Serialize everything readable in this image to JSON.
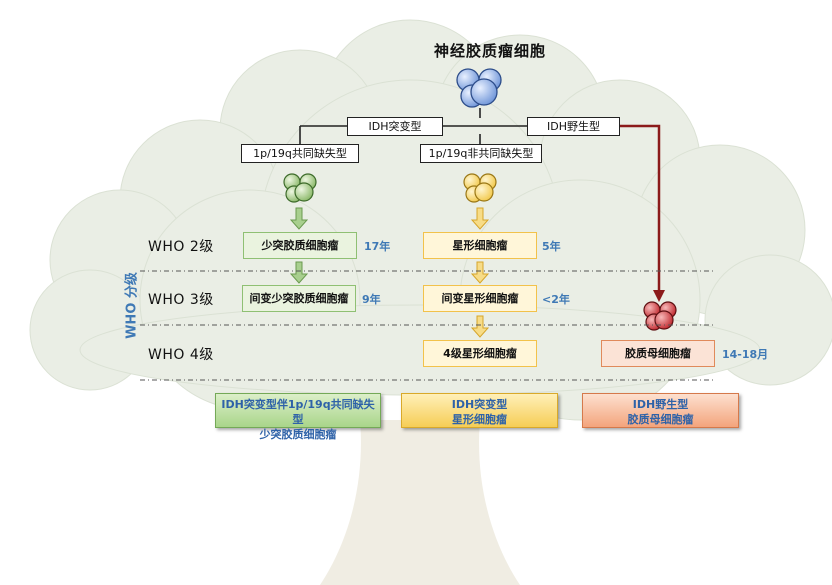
{
  "title": "神经胶质瘤细胞",
  "branches": {
    "idh_mutant": "IDH突变型",
    "idh_wildtype": "IDH野生型",
    "codeletion": "1p/19q共同缺失型",
    "non_codeletion": "1p/19q非共同缺失型"
  },
  "axis_label": "WHO 分级",
  "grades": {
    "g2": "WHO 2级",
    "g3": "WHO 3级",
    "g4": "WHO 4级"
  },
  "tumors": {
    "oligo_g2": "少突胶质细胞瘤",
    "oligo_g3": "间变少突胶质细胞瘤",
    "astro_g2": "星形细胞瘤",
    "astro_g3": "间变星形细胞瘤",
    "astro_g4": "4级星形细胞瘤",
    "gbm": "胶质母细胞瘤"
  },
  "survival": {
    "oligo_g2": "17年",
    "oligo_g3": "9年",
    "astro_g2": "5年",
    "astro_g3": "<2年",
    "gbm": "14-18月"
  },
  "summary": {
    "green_line1": "IDH突变型伴1p/19q共同缺失型",
    "green_line2": "少突胶质细胞瘤",
    "yellow_line1": "IDH突变型",
    "yellow_line2": "星形细胞瘤",
    "orange_line1": "IDH野生型",
    "orange_line2": "胶质母细胞瘤"
  },
  "colors": {
    "blue_cell": "#6f95d8",
    "green_cell": "#8ab868",
    "yellow_cell": "#f2c94c",
    "red_cell": "#c0282e",
    "red_arrow": "#8b1a1a",
    "label_blue": "#3f79b5"
  }
}
